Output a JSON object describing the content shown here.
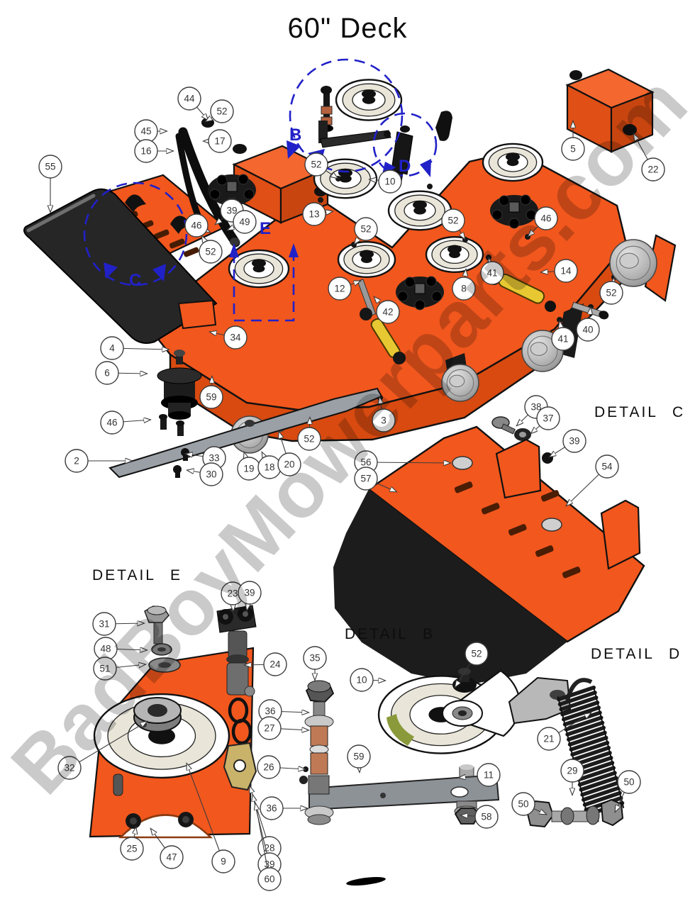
{
  "title": "60\" Deck",
  "watermark": "BadBoyMowerparts.com",
  "colors": {
    "deck_orange": "#f2571d",
    "deck_orange_dark": "#d84a10",
    "deck_orange_light": "#f4672f",
    "annotation_blue": "#2121c8",
    "callout_stroke": "#3c3c3c",
    "turnbuckle_yellow": "#e8c832",
    "background": "#ffffff"
  },
  "detail_labels": [
    [
      "DETAIL C",
      838,
      588
    ],
    [
      "DETAIL E",
      130,
      818
    ],
    [
      "DETAIL B",
      486,
      901
    ],
    [
      "DETAIL D",
      833,
      929
    ]
  ],
  "section_letters": [
    [
      "B",
      408,
      198
    ],
    [
      "C",
      182,
      403
    ],
    [
      "D",
      562,
      242
    ],
    [
      "E",
      366,
      330
    ]
  ],
  "callout_fields": [
    "label",
    "cx",
    "cy",
    "tx",
    "ty"
  ],
  "callouts": [
    [
      "44",
      267,
      139,
      294,
      170
    ],
    [
      "52",
      313,
      157,
      289,
      172
    ],
    [
      "45",
      206,
      185,
      236,
      185
    ],
    [
      "16",
      206,
      213,
      245,
      213
    ],
    [
      "17",
      310,
      199,
      286,
      199
    ],
    [
      "55",
      71,
      235,
      71,
      300
    ],
    [
      "5",
      808,
      210,
      808,
      170
    ],
    [
      "22",
      921,
      239,
      893,
      188
    ],
    [
      "52",
      446,
      232,
      477,
      252
    ],
    [
      "10",
      550,
      256,
      520,
      253
    ],
    [
      "13",
      443,
      302,
      470,
      298
    ],
    [
      "39",
      327,
      297,
      303,
      317
    ],
    [
      "49",
      345,
      313,
      320,
      325
    ],
    [
      "46",
      277,
      318,
      297,
      328
    ],
    [
      "52",
      297,
      355,
      284,
      332
    ],
    [
      "52",
      516,
      323,
      499,
      345
    ],
    [
      "52",
      639,
      311,
      656,
      338
    ],
    [
      "46",
      770,
      308,
      744,
      334
    ],
    [
      "41",
      694,
      385,
      689,
      363
    ],
    [
      "14",
      798,
      382,
      762,
      384
    ],
    [
      "8",
      654,
      407,
      657,
      379
    ],
    [
      "12",
      479,
      407,
      509,
      396
    ],
    [
      "42",
      547,
      440,
      527,
      418
    ],
    [
      "52",
      862,
      413,
      866,
      391
    ],
    [
      "40",
      829,
      465,
      833,
      433
    ],
    [
      "41",
      794,
      478,
      789,
      452
    ],
    [
      "34",
      332,
      476,
      295,
      468
    ],
    [
      "4",
      158,
      491,
      239,
      493
    ],
    [
      "6",
      151,
      526,
      208,
      527
    ],
    [
      "59",
      298,
      560,
      299,
      530
    ],
    [
      "46",
      158,
      596,
      213,
      592
    ],
    [
      "2",
      108,
      650,
      187,
      650
    ],
    [
      "33",
      302,
      646,
      261,
      640
    ],
    [
      "30",
      298,
      669,
      263,
      663
    ],
    [
      "19",
      351,
      661,
      344,
      637
    ],
    [
      "18",
      380,
      659,
      369,
      637
    ],
    [
      "20",
      408,
      655,
      393,
      608
    ],
    [
      "52",
      436,
      619,
      437,
      588
    ],
    [
      "3",
      541,
      593,
      535,
      559
    ],
    [
      "38",
      756,
      574,
      728,
      601
    ],
    [
      "37",
      773,
      590,
      748,
      612
    ],
    [
      "39",
      810,
      622,
      774,
      645
    ],
    [
      "54",
      856,
      658,
      798,
      714
    ],
    [
      "56",
      516,
      652,
      636,
      653
    ],
    [
      "57",
      516,
      675,
      560,
      694
    ],
    [
      "31",
      147,
      880,
      204,
      879
    ],
    [
      "48",
      149,
      915,
      208,
      917
    ],
    [
      "51",
      148,
      943,
      206,
      937
    ],
    [
      "23",
      328,
      837,
      329,
      863
    ],
    [
      "39",
      352,
      836,
      348,
      862
    ],
    [
      "24",
      388,
      937,
      344,
      938
    ],
    [
      "32",
      98,
      1083,
      208,
      1017
    ],
    [
      "25",
      186,
      1197,
      192,
      1166
    ],
    [
      "47",
      242,
      1209,
      212,
      1168
    ],
    [
      "9",
      315,
      1215,
      263,
      1076
    ],
    [
      "36",
      381,
      1003,
      436,
      1005
    ],
    [
      "27",
      380,
      1027,
      436,
      1030
    ],
    [
      "26",
      379,
      1082,
      431,
      1085
    ],
    [
      "36",
      383,
      1140,
      434,
      1140
    ],
    [
      "28",
      380,
      1196,
      352,
      1108
    ],
    [
      "39",
      380,
      1219,
      356,
      1120
    ],
    [
      "60",
      380,
      1240,
      360,
      1132
    ],
    [
      "35",
      444,
      928,
      444,
      960
    ],
    [
      "10",
      510,
      959,
      544,
      960
    ],
    [
      "52",
      672,
      922,
      641,
      970
    ],
    [
      "59",
      506,
      1067,
      507,
      1090
    ],
    [
      "11",
      689,
      1093,
      646,
      1097
    ],
    [
      "58",
      686,
      1152,
      649,
      1150
    ],
    [
      "21",
      774,
      1042,
      834,
      1005
    ],
    [
      "29",
      807,
      1087,
      807,
      1122
    ],
    [
      "50",
      887,
      1103,
      867,
      1146
    ],
    [
      "50",
      738,
      1134,
      771,
      1149
    ]
  ]
}
